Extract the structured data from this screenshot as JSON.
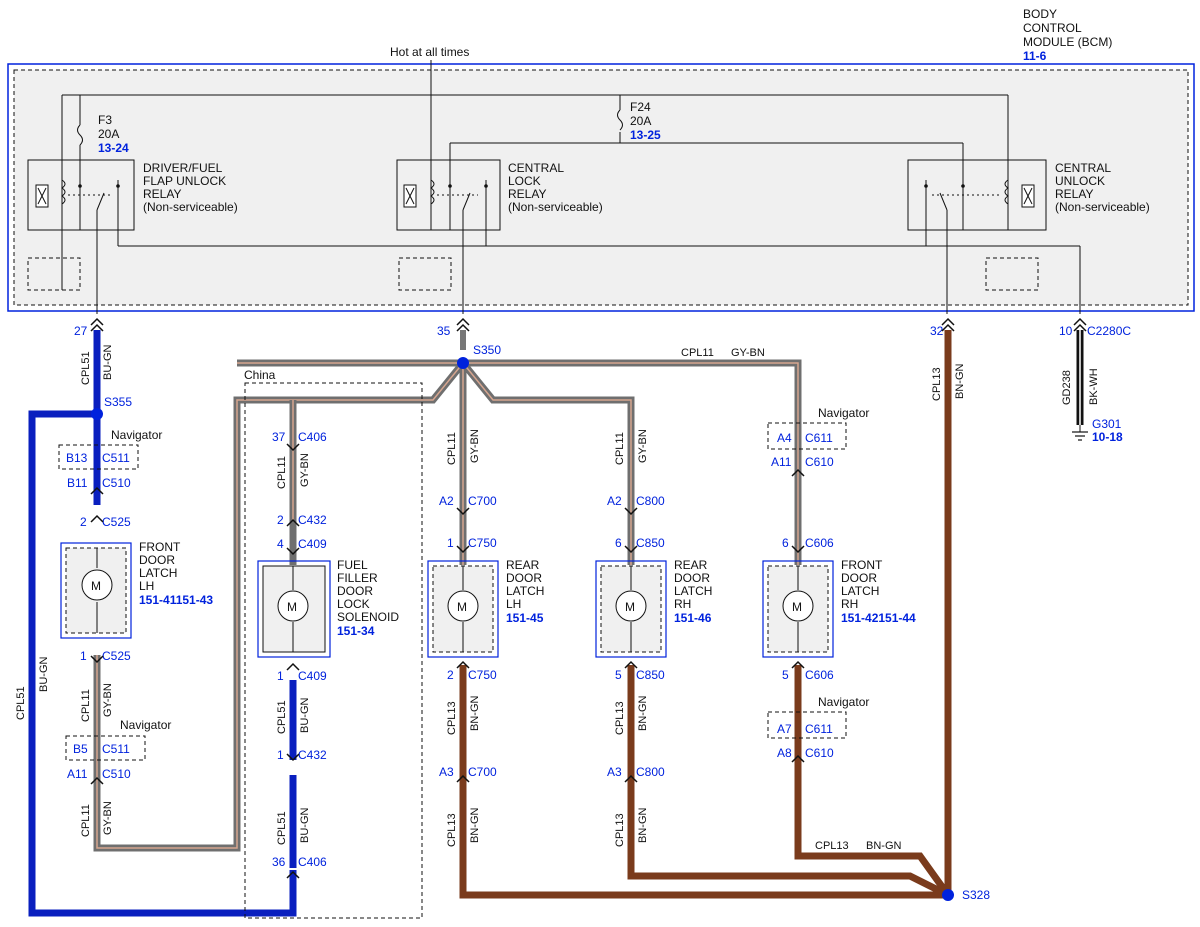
{
  "module": {
    "title_lines": [
      "BODY",
      "CONTROL",
      "MODULE (BCM)"
    ],
    "ref": "11-6",
    "hot_label": "Hot at all times"
  },
  "fuses": [
    {
      "name": "F3",
      "rating": "20A",
      "ref": "13-24"
    },
    {
      "name": "F24",
      "rating": "20A",
      "ref": "13-25"
    }
  ],
  "relays": [
    {
      "lines": [
        "DRIVER/FUEL",
        "FLAP UNLOCK",
        "RELAY",
        "(Non-serviceable)"
      ]
    },
    {
      "lines": [
        "CENTRAL",
        "LOCK",
        "RELAY",
        "(Non-serviceable)"
      ]
    },
    {
      "lines": [
        "CENTRAL",
        "UNLOCK",
        "RELAY",
        "(Non-serviceable)"
      ]
    }
  ],
  "pins": {
    "p27": "27",
    "p35": "35",
    "p32": "32",
    "p10": "10",
    "c2280c": "C2280C"
  },
  "splices": {
    "s350": "S350",
    "s355": "S355",
    "s328": "S328"
  },
  "ground": {
    "wire": "GD238",
    "color": "BK-WH",
    "name": "G301",
    "ref": "10-18"
  },
  "wires": {
    "cpl51": "CPL51",
    "cpl11": "CPL11",
    "cpl13": "CPL13",
    "bugn": "BU-GN",
    "gybn": "GY-BN",
    "bngn": "BN-GN"
  },
  "labels": {
    "china": "China",
    "navigator": "Navigator"
  },
  "connectors": {
    "b13": "B13",
    "c511": "C511",
    "b11": "B11",
    "c510": "C510",
    "n2": "2",
    "c525": "C525",
    "n1": "1",
    "b5": "B5",
    "a11": "A11",
    "n37": "37",
    "c406": "C406",
    "c432": "C432",
    "n4": "4",
    "c409": "C409",
    "n36": "36",
    "a2": "A2",
    "c700": "C700",
    "c750": "C750",
    "a3": "A3",
    "c800": "C800",
    "n6": "6",
    "c850": "C850",
    "n5": "5",
    "a4": "A4",
    "c611": "C611",
    "c610": "C610",
    "c606": "C606",
    "a7": "A7",
    "a8": "A8"
  },
  "components": [
    {
      "lines": [
        "FRONT",
        "DOOR",
        "LATCH",
        "LH"
      ],
      "ref": "151-41151-43"
    },
    {
      "lines": [
        "FUEL",
        "FILLER",
        "DOOR",
        "LOCK",
        "SOLENOID"
      ],
      "ref": "151-34"
    },
    {
      "lines": [
        "REAR",
        "DOOR",
        "LATCH",
        "LH"
      ],
      "ref": "151-45"
    },
    {
      "lines": [
        "REAR",
        "DOOR",
        "LATCH",
        "RH"
      ],
      "ref": "151-46"
    },
    {
      "lines": [
        "FRONT",
        "DOOR",
        "LATCH",
        "RH"
      ],
      "ref": "151-42151-44"
    }
  ],
  "motor_symbol": "M",
  "colors": {
    "blue_wire": "#0a1fbf",
    "gray_wire": "#8c8c8c",
    "brown_wire": "#7a3b1c",
    "label_blue": "#0022dd",
    "module_fill": "#f0f0f0"
  }
}
